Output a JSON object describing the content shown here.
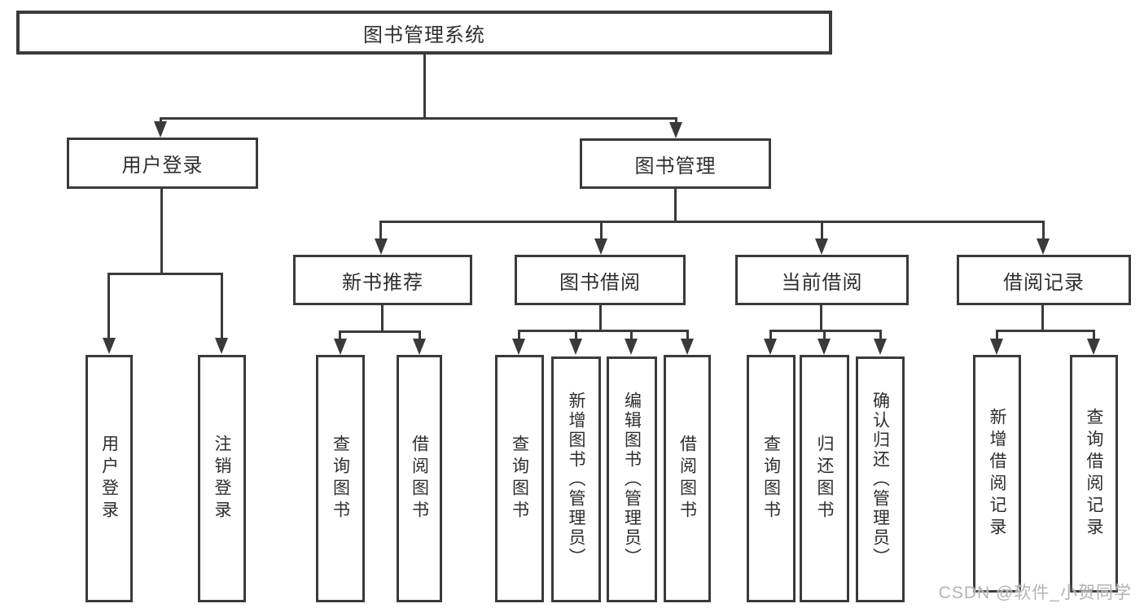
{
  "diagram": {
    "title": "图书管理系统",
    "level2": {
      "user_login": "用户登录",
      "book_mgmt": "图书管理"
    },
    "level3": {
      "new_books": "新书推荐",
      "borrowing": "图书借阅",
      "current": "当前借阅",
      "records": "借阅记录"
    },
    "leaves": {
      "login": "用户登录",
      "logout": "注销登录",
      "nb_query": "查询图书",
      "nb_borrow": "借阅图书",
      "bw_query": "查询图书",
      "bw_add": "新增图书（管理员）",
      "bw_edit": "编辑图书（管理员）",
      "bw_borrow": "借阅图书",
      "cu_query": "查询图书",
      "cu_return": "归还图书",
      "cu_confirm": "确认归还（管理员）",
      "rc_add": "新增借阅记录",
      "rc_query": "查询借阅记录"
    }
  },
  "watermark": "CSDN @软件_小贺同学",
  "colors": {
    "line": "#3a3a3a",
    "text": "#2e2e2e",
    "watermark": "#b3b3b3",
    "background": "#ffffff"
  }
}
